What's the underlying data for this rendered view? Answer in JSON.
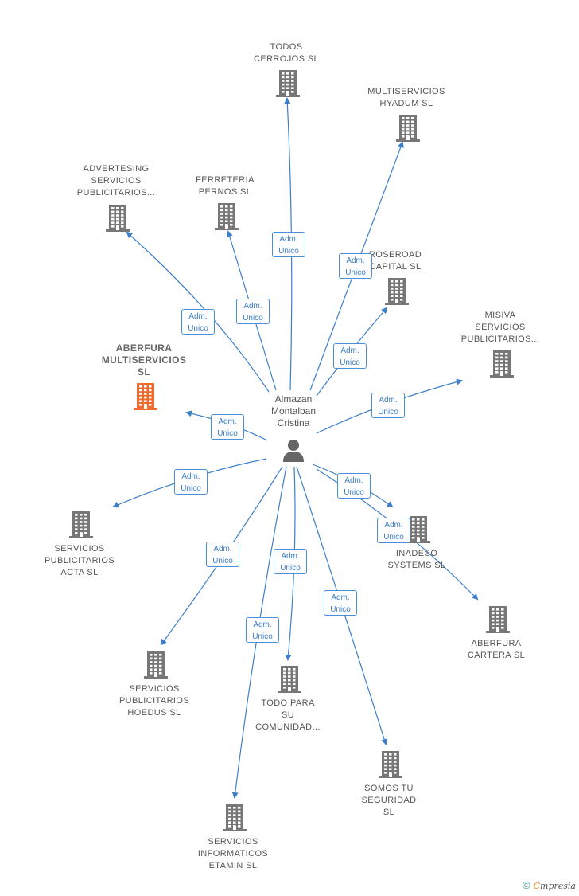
{
  "colors": {
    "edge": "#3d7fc9",
    "node_gray": "#777777",
    "node_highlight": "#f26a2e",
    "person": "#666666"
  },
  "person": {
    "name": "Almazan\nMontalban\nCristina",
    "icon": "person-icon"
  },
  "relation_label": "Adm.\nUnico",
  "companies": [
    {
      "id": "todos",
      "name": "TODOS\nCERROJOS  SL"
    },
    {
      "id": "hyadum",
      "name": "MULTISERVICIOS\nHYADUM  SL"
    },
    {
      "id": "advertesing",
      "name": "ADVERTESING\nSERVICIOS\nPUBLICITARIOS..."
    },
    {
      "id": "ferreteria",
      "name": "FERRETERIA\nPERNOS  SL"
    },
    {
      "id": "roseroad",
      "name": "ROSEROAD\nCAPITAL  SL"
    },
    {
      "id": "misiva",
      "name": "MISIVA\nSERVICIOS\nPUBLICITARIOS..."
    },
    {
      "id": "aberfura_multi",
      "name": "ABERFURA\nMULTISERVICIOS\nSL",
      "highlight": true
    },
    {
      "id": "acta",
      "name": "SERVICIOS\nPUBLICITARIOS\nACTA  SL"
    },
    {
      "id": "inadeso",
      "name": "INADESO\nSYSTEMS  SL"
    },
    {
      "id": "aberfura_cartera",
      "name": "ABERFURA\nCARTERA  SL"
    },
    {
      "id": "hoedus",
      "name": "SERVICIOS\nPUBLICITARIOS\nHOEDUS  SL"
    },
    {
      "id": "comunidad",
      "name": "TODO PARA\nSU\nCOMUNIDAD..."
    },
    {
      "id": "somos",
      "name": "SOMOS TU\nSEGURIDAD\nSL"
    },
    {
      "id": "etamin",
      "name": "SERVICIOS\nINFORMATICOS\nETAMIN  SL"
    }
  ],
  "footer": {
    "copyright": "©",
    "brand_first": "C",
    "brand_rest": "mpresia"
  }
}
